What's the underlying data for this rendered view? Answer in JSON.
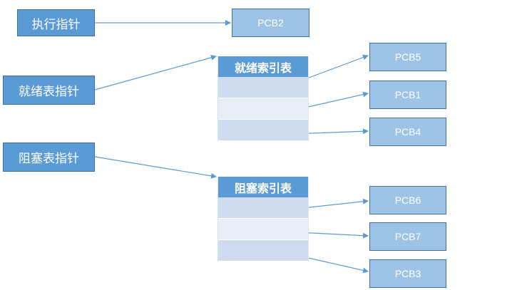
{
  "pointers": {
    "exec": "执行指针",
    "ready": "就绪表指针",
    "blocked": "阻塞表指针"
  },
  "tables": {
    "ready_header": "就绪索引表",
    "blocked_header": "阻塞索引表"
  },
  "pcbs": {
    "running": "PCB2",
    "ready": [
      "PCB5",
      "PCB1",
      "PCB4"
    ],
    "blocked": [
      "PCB6",
      "PCB7",
      "PCB3"
    ]
  },
  "colors": {
    "pointer_fill": "#5b9bd5",
    "pcb_fill": "#9dc3e6",
    "border": "#41719c",
    "arrow": "#5b9bd5"
  }
}
